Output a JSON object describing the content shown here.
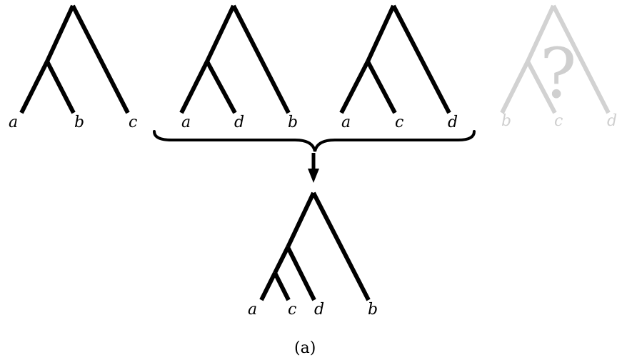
{
  "trees": [
    {
      "id": "input-tree-1",
      "leaves": [
        "a",
        "b",
        "c"
      ],
      "ghost": false
    },
    {
      "id": "input-tree-2",
      "leaves": [
        "a",
        "d",
        "b"
      ],
      "ghost": false
    },
    {
      "id": "input-tree-3",
      "leaves": [
        "a",
        "c",
        "d"
      ],
      "ghost": false
    },
    {
      "id": "input-tree-4",
      "leaves": [
        "b",
        "c",
        "d"
      ],
      "ghost": true,
      "mark": "?"
    }
  ],
  "result_tree": {
    "leaves": [
      "a",
      "c",
      "d",
      "b"
    ]
  },
  "caption": "(a)",
  "colors": {
    "ink": "#000000",
    "ghost": "#d2d2d2"
  }
}
